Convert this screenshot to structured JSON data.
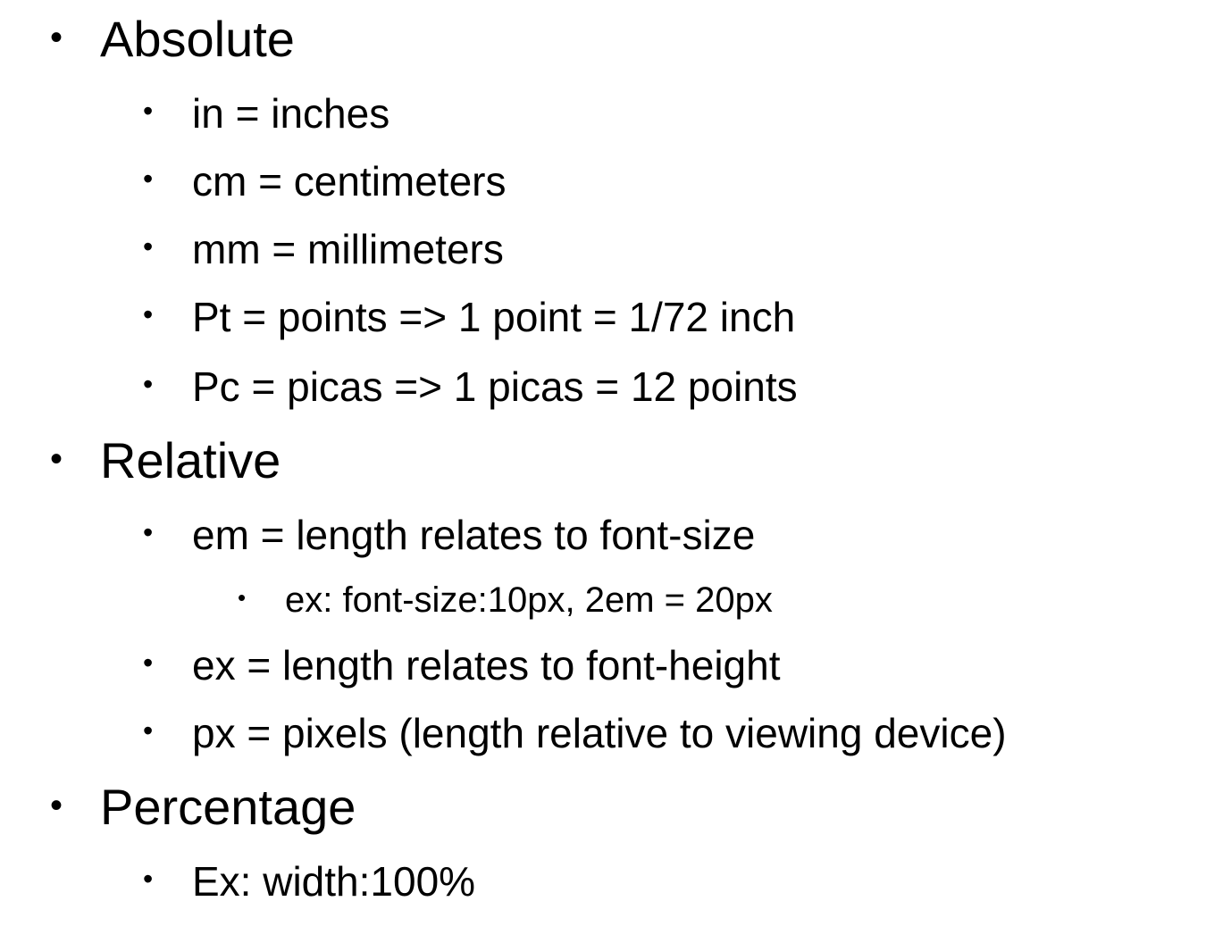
{
  "bullet_glyph": "•",
  "sections": [
    {
      "heading": "Absolute",
      "items": [
        "in = inches",
        "cm = centimeters",
        "mm = millimeters",
        "Pt = points => 1 point = 1/72 inch",
        "Pc = picas => 1 picas = 12 points"
      ]
    },
    {
      "heading": "Relative",
      "items": [
        "em = length relates to font-size",
        "ex: font-size:10px, 2em = 20px",
        "ex = length relates to font-height",
        "px = pixels (length relative to viewing device)"
      ]
    },
    {
      "heading": "Percentage",
      "items": [
        "Ex: width:100%"
      ]
    }
  ]
}
